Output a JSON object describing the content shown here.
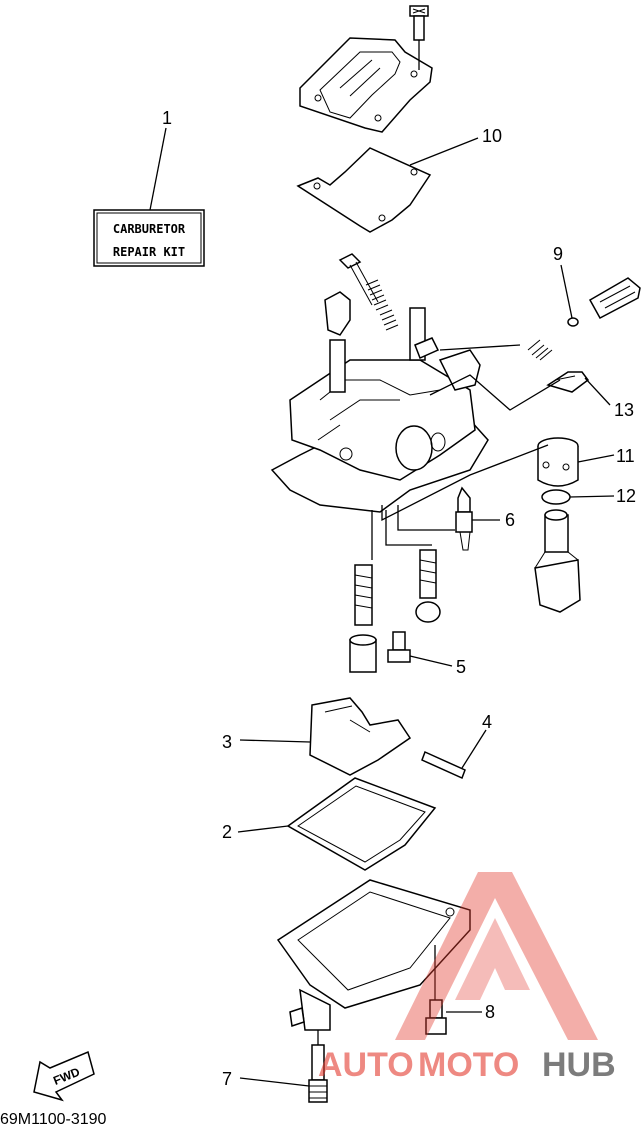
{
  "diagram": {
    "part_code": "69M1100-3190",
    "kit_label_lines": [
      "CARBURETOR",
      "REPAIR KIT"
    ],
    "callouts": [
      {
        "id": "c1",
        "label": "1"
      },
      {
        "id": "c2",
        "label": "2"
      },
      {
        "id": "c3",
        "label": "3"
      },
      {
        "id": "c4",
        "label": "4"
      },
      {
        "id": "c5",
        "label": "5"
      },
      {
        "id": "c6",
        "label": "6"
      },
      {
        "id": "c7",
        "label": "7"
      },
      {
        "id": "c8",
        "label": "8"
      },
      {
        "id": "c9",
        "label": "9"
      },
      {
        "id": "c10",
        "label": "10"
      },
      {
        "id": "c11",
        "label": "11"
      },
      {
        "id": "c12",
        "label": "12"
      },
      {
        "id": "c13",
        "label": "13"
      }
    ],
    "fwd_label": "FWD"
  },
  "watermark": {
    "brand_left": "AUTO",
    "brand_middle": "MOTO",
    "brand_right": "HUB",
    "color_red": "#e23a2e",
    "color_dark": "#333333"
  }
}
